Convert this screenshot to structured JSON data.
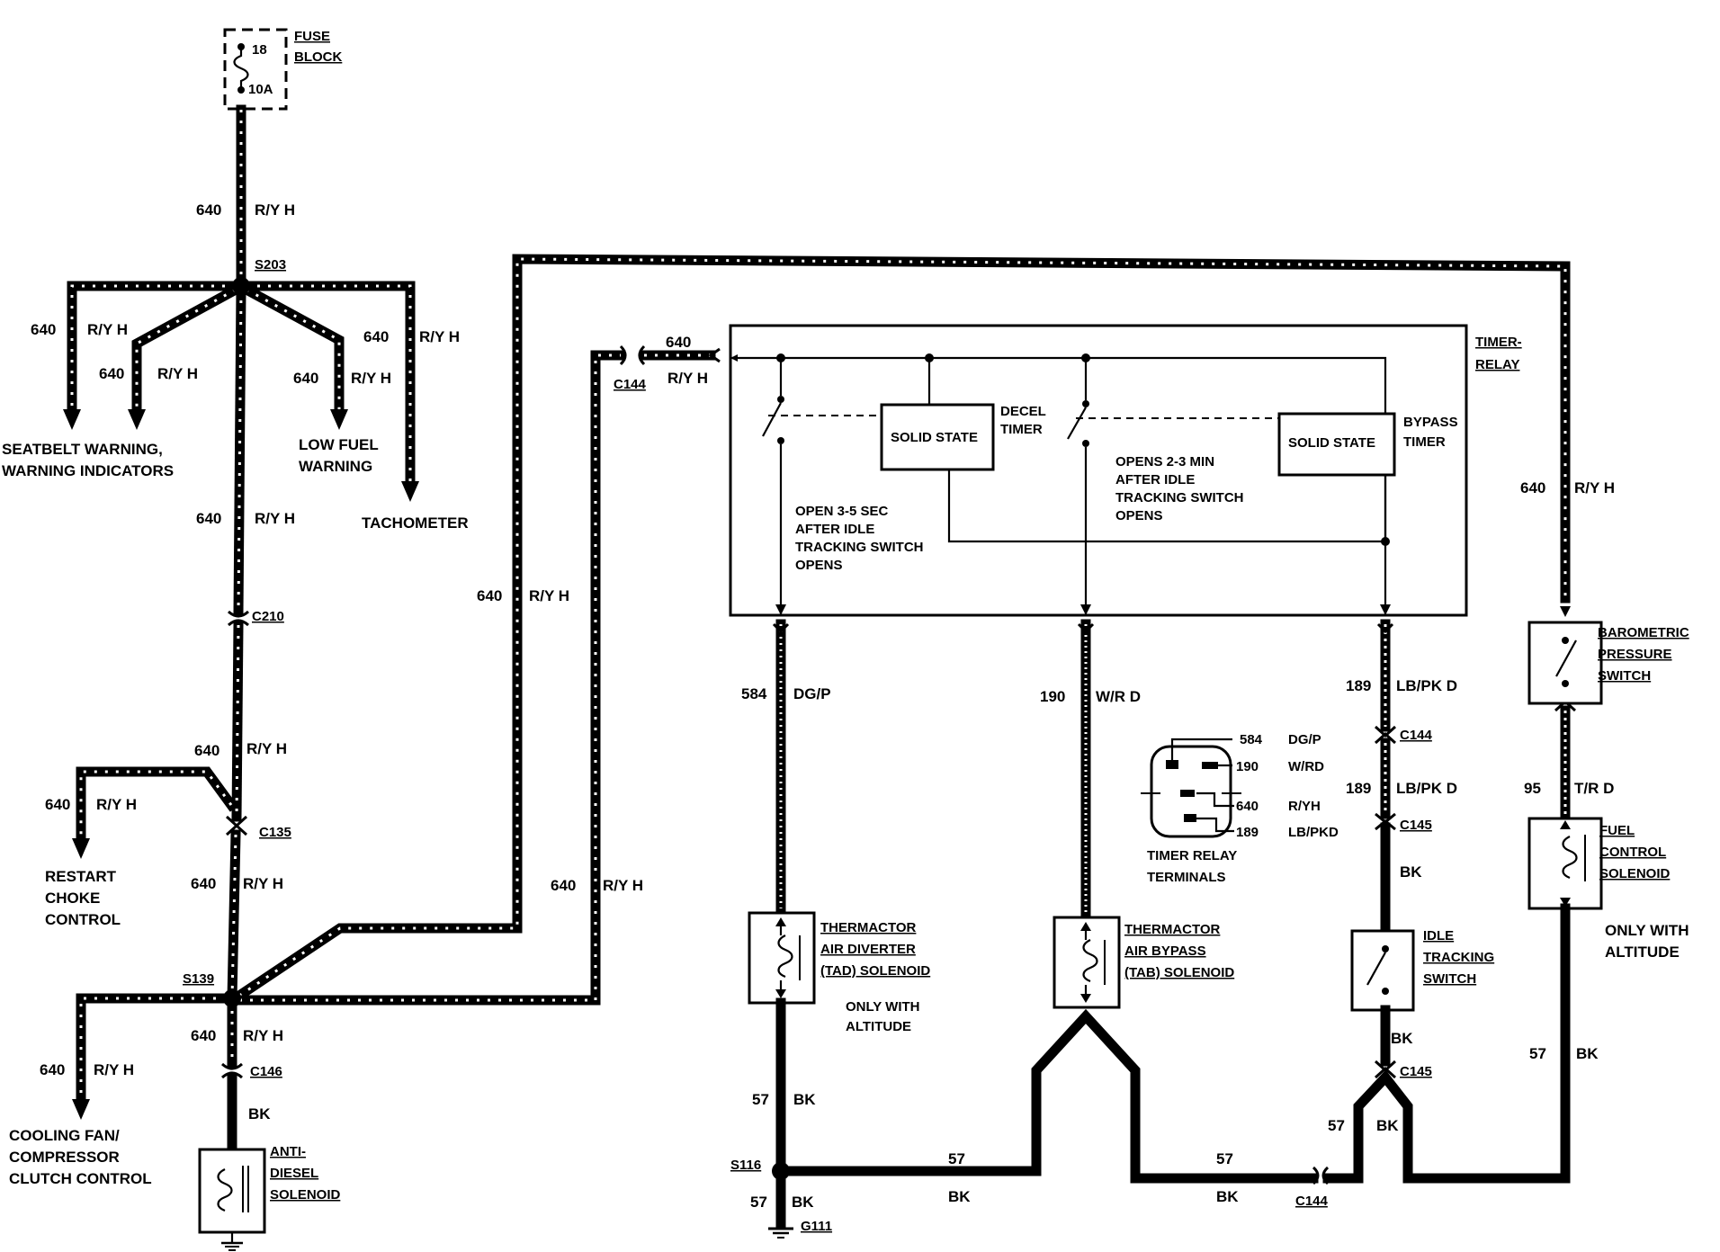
{
  "fuse": {
    "title_line1": "FUSE",
    "title_line2": "BLOCK",
    "number": "18",
    "rating": "10A"
  },
  "circuit_640": "640",
  "color_ry": "R/Y H",
  "splices": {
    "s203": "S203",
    "s139": "S139",
    "s116": "S116"
  },
  "connectors": {
    "c210": "C210",
    "c135": "C135",
    "c146": "C146",
    "c144": "C144",
    "c145": "C145",
    "g111": "G111"
  },
  "destinations": {
    "seatbelt_line1": "SEATBELT WARNING,",
    "seatbelt_line2": "WARNING INDICATORS",
    "low_fuel_line1": "LOW FUEL",
    "low_fuel_line2": "WARNING",
    "tachometer": "TACHOMETER",
    "restart_line1": "RESTART",
    "restart_line2": "CHOKE",
    "restart_line3": "CONTROL",
    "cooling_line1": "COOLING FAN/",
    "cooling_line2": "COMPRESSOR",
    "cooling_line3": "CLUTCH CONTROL"
  },
  "anti_diesel": {
    "line1": "ANTI-",
    "line2": "DIESEL",
    "line3": "SOLENOID"
  },
  "timer_relay": {
    "title_line1": "TIMER-",
    "title_line2": "RELAY",
    "solid_state": "SOLID STATE",
    "decel_line1": "DECEL",
    "decel_line2": "TIMER",
    "bypass_line1": "BYPASS",
    "bypass_line2": "TIMER",
    "open35_line1": "OPEN 3-5 SEC",
    "open35_line2": "AFTER IDLE",
    "open35_line3": "TRACKING SWITCH",
    "open35_line4": "OPENS",
    "opens23_line1": "OPENS 2-3 MIN",
    "opens23_line2": "AFTER IDLE",
    "opens23_line3": "TRACKING SWITCH",
    "opens23_line4": "OPENS"
  },
  "circuits": {
    "c584": "584",
    "c584_color": "DG/P",
    "c190": "190",
    "c190_color": "W/R D",
    "c189": "189",
    "c189_color": "LB/PK D",
    "c95": "95",
    "c95_color": "T/R D",
    "c57": "57",
    "bk": "BK"
  },
  "terminals": {
    "t1_num": "584",
    "t1_color": "DG/P",
    "t2_num": "190",
    "t2_color": "W/RD",
    "t3_num": "640",
    "t3_color": "R/YH",
    "t4_num": "189",
    "t4_color": "LB/PKD",
    "caption_line1": "TIMER RELAY",
    "caption_line2": "TERMINALS"
  },
  "components": {
    "tad_line1": "THERMACTOR",
    "tad_line2": "AIR DIVERTER",
    "tad_line3": "(TAD) SOLENOID",
    "tab_line1": "THERMACTOR",
    "tab_line2": "AIR BYPASS",
    "tab_line3": "(TAB) SOLENOID",
    "idle_line1": "IDLE",
    "idle_line2": "TRACKING",
    "idle_line3": "SWITCH",
    "baro_line1": "BAROMETRIC",
    "baro_line2": "PRESSURE",
    "baro_line3": "SWITCH",
    "fuel_line1": "FUEL",
    "fuel_line2": "CONTROL",
    "fuel_line3": "SOLENOID",
    "only_with": "ONLY WITH",
    "altitude": "ALTITUDE"
  }
}
